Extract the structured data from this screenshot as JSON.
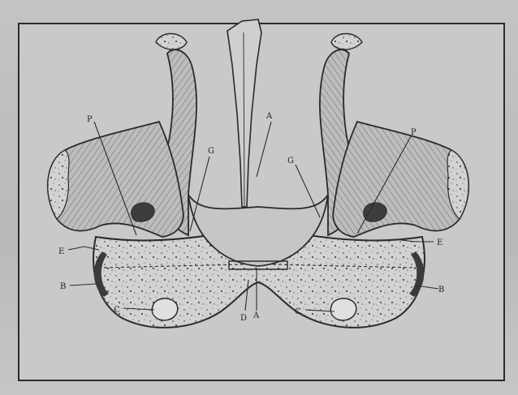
{
  "figure": {
    "labels": {
      "a_top": "A",
      "a_bottom": "A",
      "d": "D",
      "g_left": "G",
      "g_right": "G",
      "p_left": "P",
      "p_right": "P",
      "e_left": "E",
      "e_right": "E",
      "b_left": "B",
      "b_right": "B",
      "c_left": "C",
      "c_right": "C"
    },
    "colors": {
      "ink": "#2a2a2a",
      "paper": "#c9c9c7",
      "bone_fill": "#cfcfcd",
      "dark_fill": "#3a3a3a"
    }
  }
}
